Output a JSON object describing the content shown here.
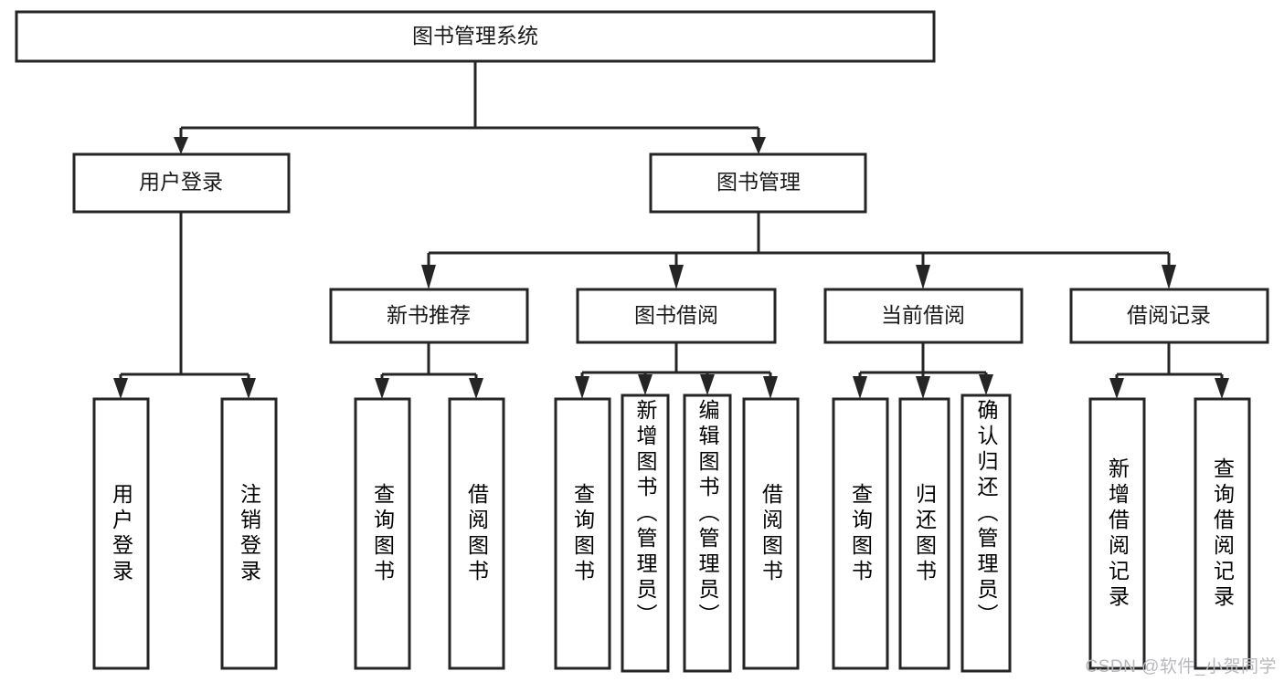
{
  "diagram": {
    "title": "图书管理系统",
    "type": "tree-hierarchy-diagram",
    "orientation": "top-down",
    "colors": {
      "box_fill": "#ffffff",
      "box_stroke": "#252525",
      "text": "#1a1a1a",
      "background": "#ffffff",
      "watermark": "#b9b9bd"
    },
    "levels": [
      {
        "level": 1,
        "nodes": [
          {
            "id": "root",
            "label": "图书管理系统",
            "orientation": "horizontal"
          }
        ]
      },
      {
        "level": 2,
        "nodes": [
          {
            "id": "login",
            "label": "用户登录",
            "orientation": "horizontal",
            "parent": "root"
          },
          {
            "id": "bookmgmt",
            "label": "图书管理",
            "orientation": "horizontal",
            "parent": "root"
          }
        ]
      },
      {
        "level": 3,
        "nodes": [
          {
            "id": "newbook",
            "label": "新书推荐",
            "orientation": "horizontal",
            "parent": "bookmgmt"
          },
          {
            "id": "borrow",
            "label": "图书借阅",
            "orientation": "horizontal",
            "parent": "bookmgmt"
          },
          {
            "id": "current",
            "label": "当前借阅",
            "orientation": "horizontal",
            "parent": "bookmgmt"
          },
          {
            "id": "records",
            "label": "借阅记录",
            "orientation": "horizontal",
            "parent": "bookmgmt"
          }
        ]
      },
      {
        "level": 4,
        "nodes": [
          {
            "id": "leaf1",
            "label": "用户登录",
            "orientation": "vertical",
            "parent": "login"
          },
          {
            "id": "leaf2",
            "label": "注销登录",
            "orientation": "vertical",
            "parent": "login"
          },
          {
            "id": "leaf3",
            "label": "查询图书",
            "orientation": "vertical",
            "parent": "newbook"
          },
          {
            "id": "leaf4",
            "label": "借阅图书",
            "orientation": "vertical",
            "parent": "newbook"
          },
          {
            "id": "leaf5",
            "label": "查询图书",
            "orientation": "vertical",
            "parent": "borrow"
          },
          {
            "id": "leaf6",
            "label": "新增图书（管理员）",
            "orientation": "vertical",
            "parent": "borrow"
          },
          {
            "id": "leaf7",
            "label": "编辑图书（管理员）",
            "orientation": "vertical",
            "parent": "borrow"
          },
          {
            "id": "leaf8",
            "label": "借阅图书",
            "orientation": "vertical",
            "parent": "borrow"
          },
          {
            "id": "leaf9",
            "label": "查询图书",
            "orientation": "vertical",
            "parent": "current"
          },
          {
            "id": "leaf10",
            "label": "归还图书",
            "orientation": "vertical",
            "parent": "current"
          },
          {
            "id": "leaf11",
            "label": "确认归还（管理员）",
            "orientation": "vertical",
            "parent": "current"
          },
          {
            "id": "leaf12",
            "label": "新增借阅记录",
            "orientation": "vertical",
            "parent": "records"
          },
          {
            "id": "leaf13",
            "label": "查询借阅记录",
            "orientation": "vertical",
            "parent": "records"
          }
        ]
      }
    ]
  },
  "watermark": {
    "text": "CSDN @软件_小贺同学"
  }
}
